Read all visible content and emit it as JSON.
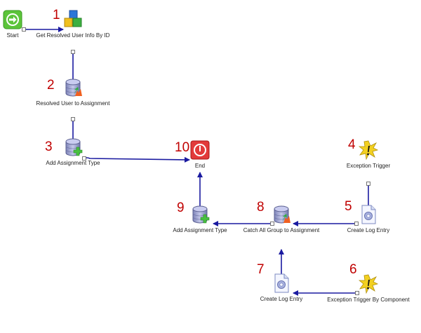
{
  "diagram": {
    "colors": {
      "connector": "#1a1aa0",
      "step_number": "#c00000"
    },
    "nodes": [
      {
        "id": "start",
        "label": "Start",
        "icon": "start-icon",
        "step": ""
      },
      {
        "id": "get-user",
        "label": "Get Resolved User Info By ID",
        "icon": "cubes-icon",
        "step": "1"
      },
      {
        "id": "resolved-user",
        "label": "Resolved User to Assignment",
        "icon": "database-update-icon",
        "step": "2"
      },
      {
        "id": "add-type-1",
        "label": "Add Assignment Type",
        "icon": "database-add-icon",
        "step": "3"
      },
      {
        "id": "exception-trigger",
        "label": "Exception Trigger",
        "icon": "exception-icon",
        "step": "4"
      },
      {
        "id": "log-entry-1",
        "label": "Create Log Entry",
        "icon": "log-document-icon",
        "step": "5"
      },
      {
        "id": "exception-by-component",
        "label": "Exception Trigger By Component",
        "icon": "exception-icon",
        "step": "6"
      },
      {
        "id": "log-entry-2",
        "label": "Create Log Entry",
        "icon": "log-document-icon",
        "step": "7"
      },
      {
        "id": "catch-all",
        "label": "Catch All Group to Assignment",
        "icon": "database-update-icon",
        "step": "8"
      },
      {
        "id": "add-type-2",
        "label": "Add Assignment Type",
        "icon": "database-add-icon",
        "step": "9"
      },
      {
        "id": "end",
        "label": "End",
        "icon": "end-icon",
        "step": "10"
      }
    ],
    "edges": [
      {
        "from": "start",
        "to": "get-user"
      },
      {
        "from": "get-user",
        "to": "resolved-user"
      },
      {
        "from": "resolved-user",
        "to": "add-type-1"
      },
      {
        "from": "add-type-1",
        "to": "end"
      },
      {
        "from": "exception-trigger",
        "to": "log-entry-1"
      },
      {
        "from": "log-entry-1",
        "to": "catch-all"
      },
      {
        "from": "exception-by-component",
        "to": "log-entry-2"
      },
      {
        "from": "log-entry-2",
        "to": "catch-all"
      },
      {
        "from": "catch-all",
        "to": "add-type-2"
      },
      {
        "from": "add-type-2",
        "to": "end"
      }
    ]
  }
}
